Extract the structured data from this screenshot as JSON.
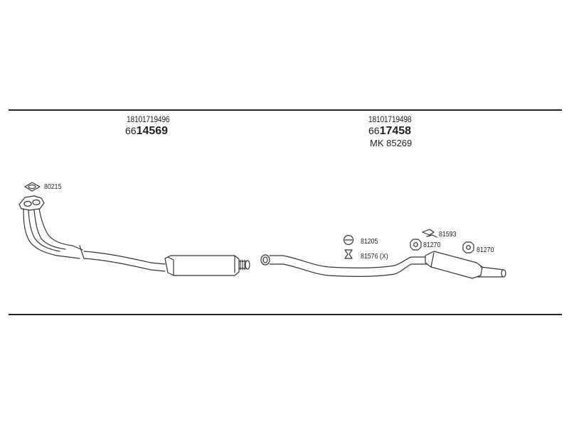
{
  "section_left": {
    "part_number": "18101719496",
    "code_prefix": "66",
    "code_main": "14569"
  },
  "section_right": {
    "part_number": "18101719498",
    "code_prefix": "66",
    "code_main": "17458",
    "mk_code": "MK  85269"
  },
  "parts": {
    "gasket_80215": "80215",
    "ring_81205": "81205",
    "hanger_81576": "81576 (X)",
    "clamp_81593": "81593",
    "mount_81270_a": "81270",
    "mount_81270_b": "81270"
  }
}
